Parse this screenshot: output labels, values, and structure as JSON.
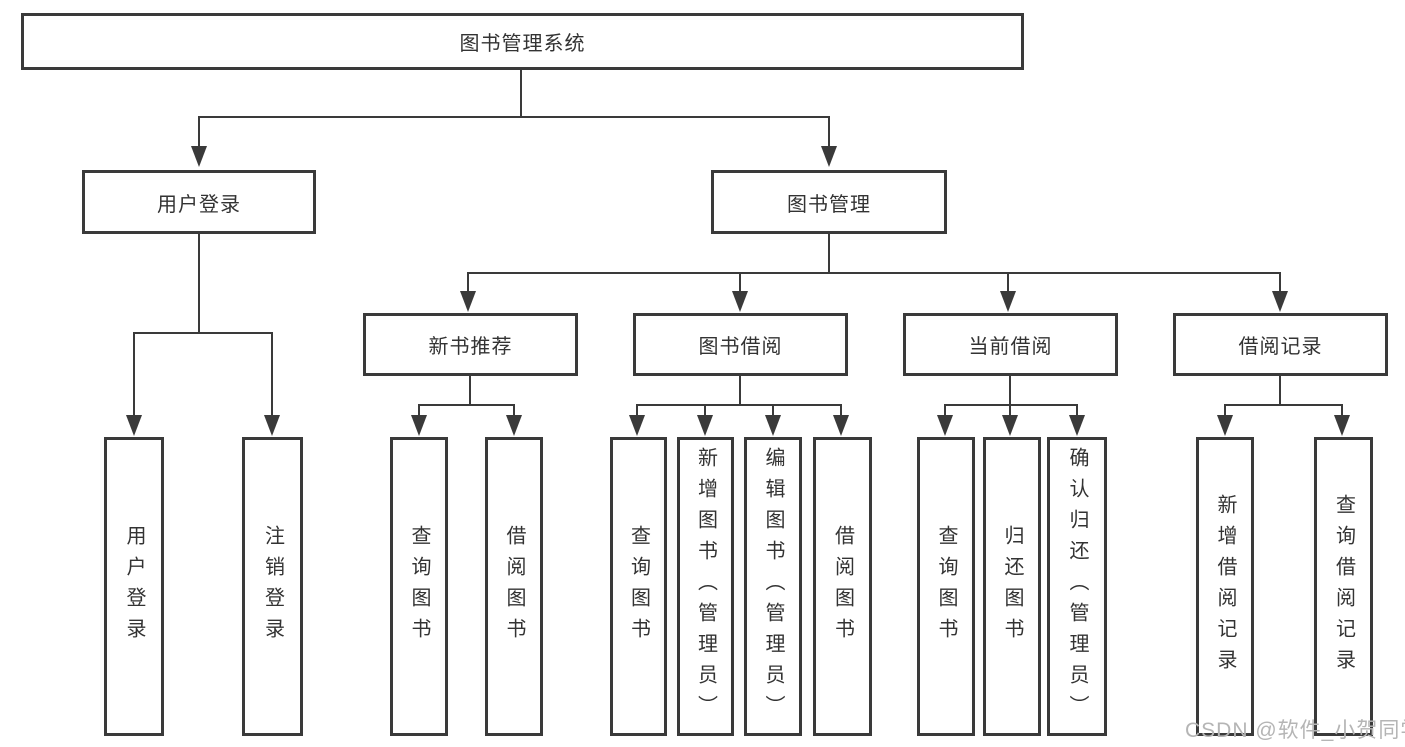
{
  "tree": {
    "root": "图书管理系统",
    "user": {
      "label": "用户登录",
      "children": [
        "用户登录",
        "注销登录"
      ]
    },
    "mgmt": {
      "label": "图书管理",
      "groups": [
        {
          "label": "新书推荐",
          "children": [
            "查询图书",
            "借阅图书"
          ]
        },
        {
          "label": "图书借阅",
          "children": [
            "查询图书",
            "新增图书（管理员）",
            "编辑图书（管理员）",
            "借阅图书"
          ]
        },
        {
          "label": "当前借阅",
          "children": [
            "查询图书",
            "归还图书",
            "确认归还（管理员）"
          ]
        },
        {
          "label": "借阅记录",
          "children": [
            "新增借阅记录",
            "查询借阅记录"
          ]
        }
      ]
    }
  },
  "watermark": "CSDN @软件_小贺同学",
  "colors": {
    "line": "#3a3a3a",
    "text": "#333333",
    "background": "#ffffff",
    "watermark": "#b5b5b5"
  }
}
